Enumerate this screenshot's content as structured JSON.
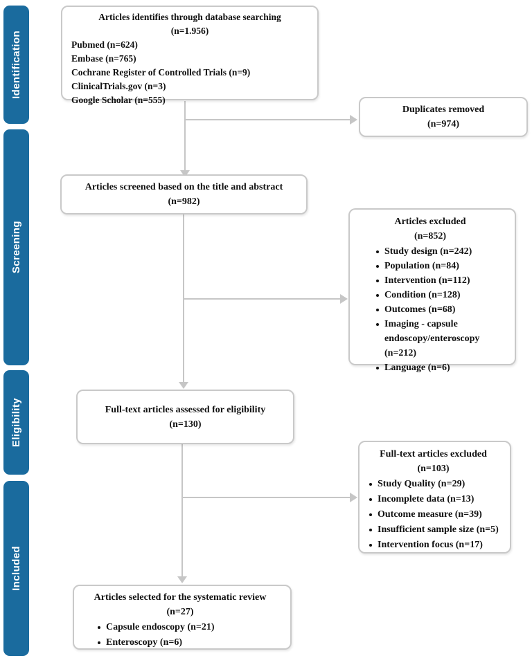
{
  "colors": {
    "stage_bar": "#1a6b9e",
    "box_border": "#c9c9c9",
    "arrow": "#c6c6c6",
    "text": "#111111"
  },
  "sidebar": {
    "stages": [
      {
        "label": "Identification"
      },
      {
        "label": "Screening"
      },
      {
        "label": "Eligibility"
      },
      {
        "label": "Included"
      }
    ]
  },
  "boxes": {
    "identified": {
      "title": "Articles identifies through database searching",
      "count": "(n=1.956)",
      "lines": [
        "Pubmed (n=624)",
        "Embase (n=765)",
        "Cochrane Register of Controlled Trials (n=9)",
        "ClinicalTrials.gov (n=3)",
        "Google Scholar (n=555)"
      ]
    },
    "duplicates": {
      "title": "Duplicates removed",
      "count": "(n=974)"
    },
    "screened": {
      "title": "Articles screened based on the title and abstract",
      "count": "(n=982)"
    },
    "excluded": {
      "title": "Articles excluded",
      "count": "(n=852)",
      "items": [
        "Study design (n=242)",
        "Population (n=84)",
        "Intervention (n=112)",
        "Condition (n=128)",
        "Outcomes (n=68)",
        "Imaging - capsule endoscopy/enteroscopy (n=212)",
        "Language (n=6)"
      ]
    },
    "fulltext": {
      "title": "Full-text articles assessed for eligibility",
      "count": "(n=130)"
    },
    "fulltext_excluded": {
      "title": "Full-text articles excluded",
      "count": "(n=103)",
      "items": [
        "Study Quality  (n=29)",
        "Incomplete data (n=13)",
        "Outcome measure (n=39)",
        "Insufficient sample size (n=5)",
        "Intervention focus (n=17)"
      ]
    },
    "included": {
      "title": "Articles selected for the systematic review",
      "count": "(n=27)",
      "items": [
        "Capsule endoscopy (n=21)",
        "Enteroscopy (n=6)"
      ]
    }
  }
}
